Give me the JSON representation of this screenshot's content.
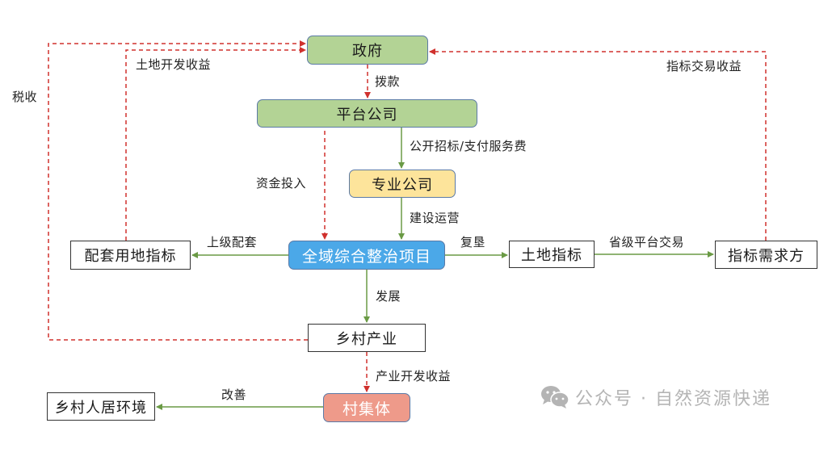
{
  "colors": {
    "flow_solid": "#6a9a45",
    "flow_dashed": "#d0312d",
    "government": "#b3d395",
    "specialist": "#fde49b",
    "project": "#4ba8e8",
    "village_collective": "#ee9a8a",
    "watermark": "#b4b4b4"
  },
  "nodes": {
    "government": "政府",
    "platform_company": "平台公司",
    "specialist_company": "专业公司",
    "project": "全域综合整治项目",
    "supporting_land_quota": "配套用地指标",
    "land_quota": "土地指标",
    "quota_buyer": "指标需求方",
    "rural_industry": "乡村产业",
    "village_collective": "村集体",
    "rural_living_environment": "乡村人居环境"
  },
  "edges": {
    "allocation": "拨款",
    "bidding_service_fee": "公开招标/支付服务费",
    "capital_investment": "资金投入",
    "construction_operation": "建设运营",
    "superior_matching": "上级配套",
    "reclamation": "复垦",
    "provincial_trading": "省级平台交易",
    "development": "发展",
    "industry_income": "产业开发收益",
    "improvement": "改善",
    "tax": "税收",
    "land_dev_income": "土地开发收益",
    "quota_trade_income": "指标交易收益"
  },
  "watermark": {
    "icon": "wechat-icon",
    "text": "公众号 · 自然资源快递"
  }
}
